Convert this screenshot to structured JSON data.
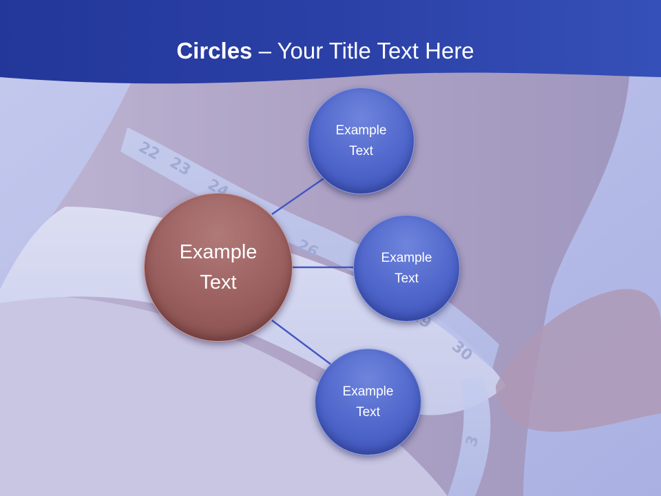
{
  "slide": {
    "title_bold": "Circles",
    "title_rest": " – Your Title Text Here"
  },
  "diagram": {
    "main": {
      "label": "Example\nText"
    },
    "satellites": [
      {
        "label": "Example\nText"
      },
      {
        "label": "Example\nText"
      },
      {
        "label": "Example\nText"
      }
    ]
  },
  "colors": {
    "banner": "#2a3f9e",
    "main_circle": "#9a5f5e",
    "satellite_circle": "#4f66cb",
    "connector": "#4257c4"
  }
}
